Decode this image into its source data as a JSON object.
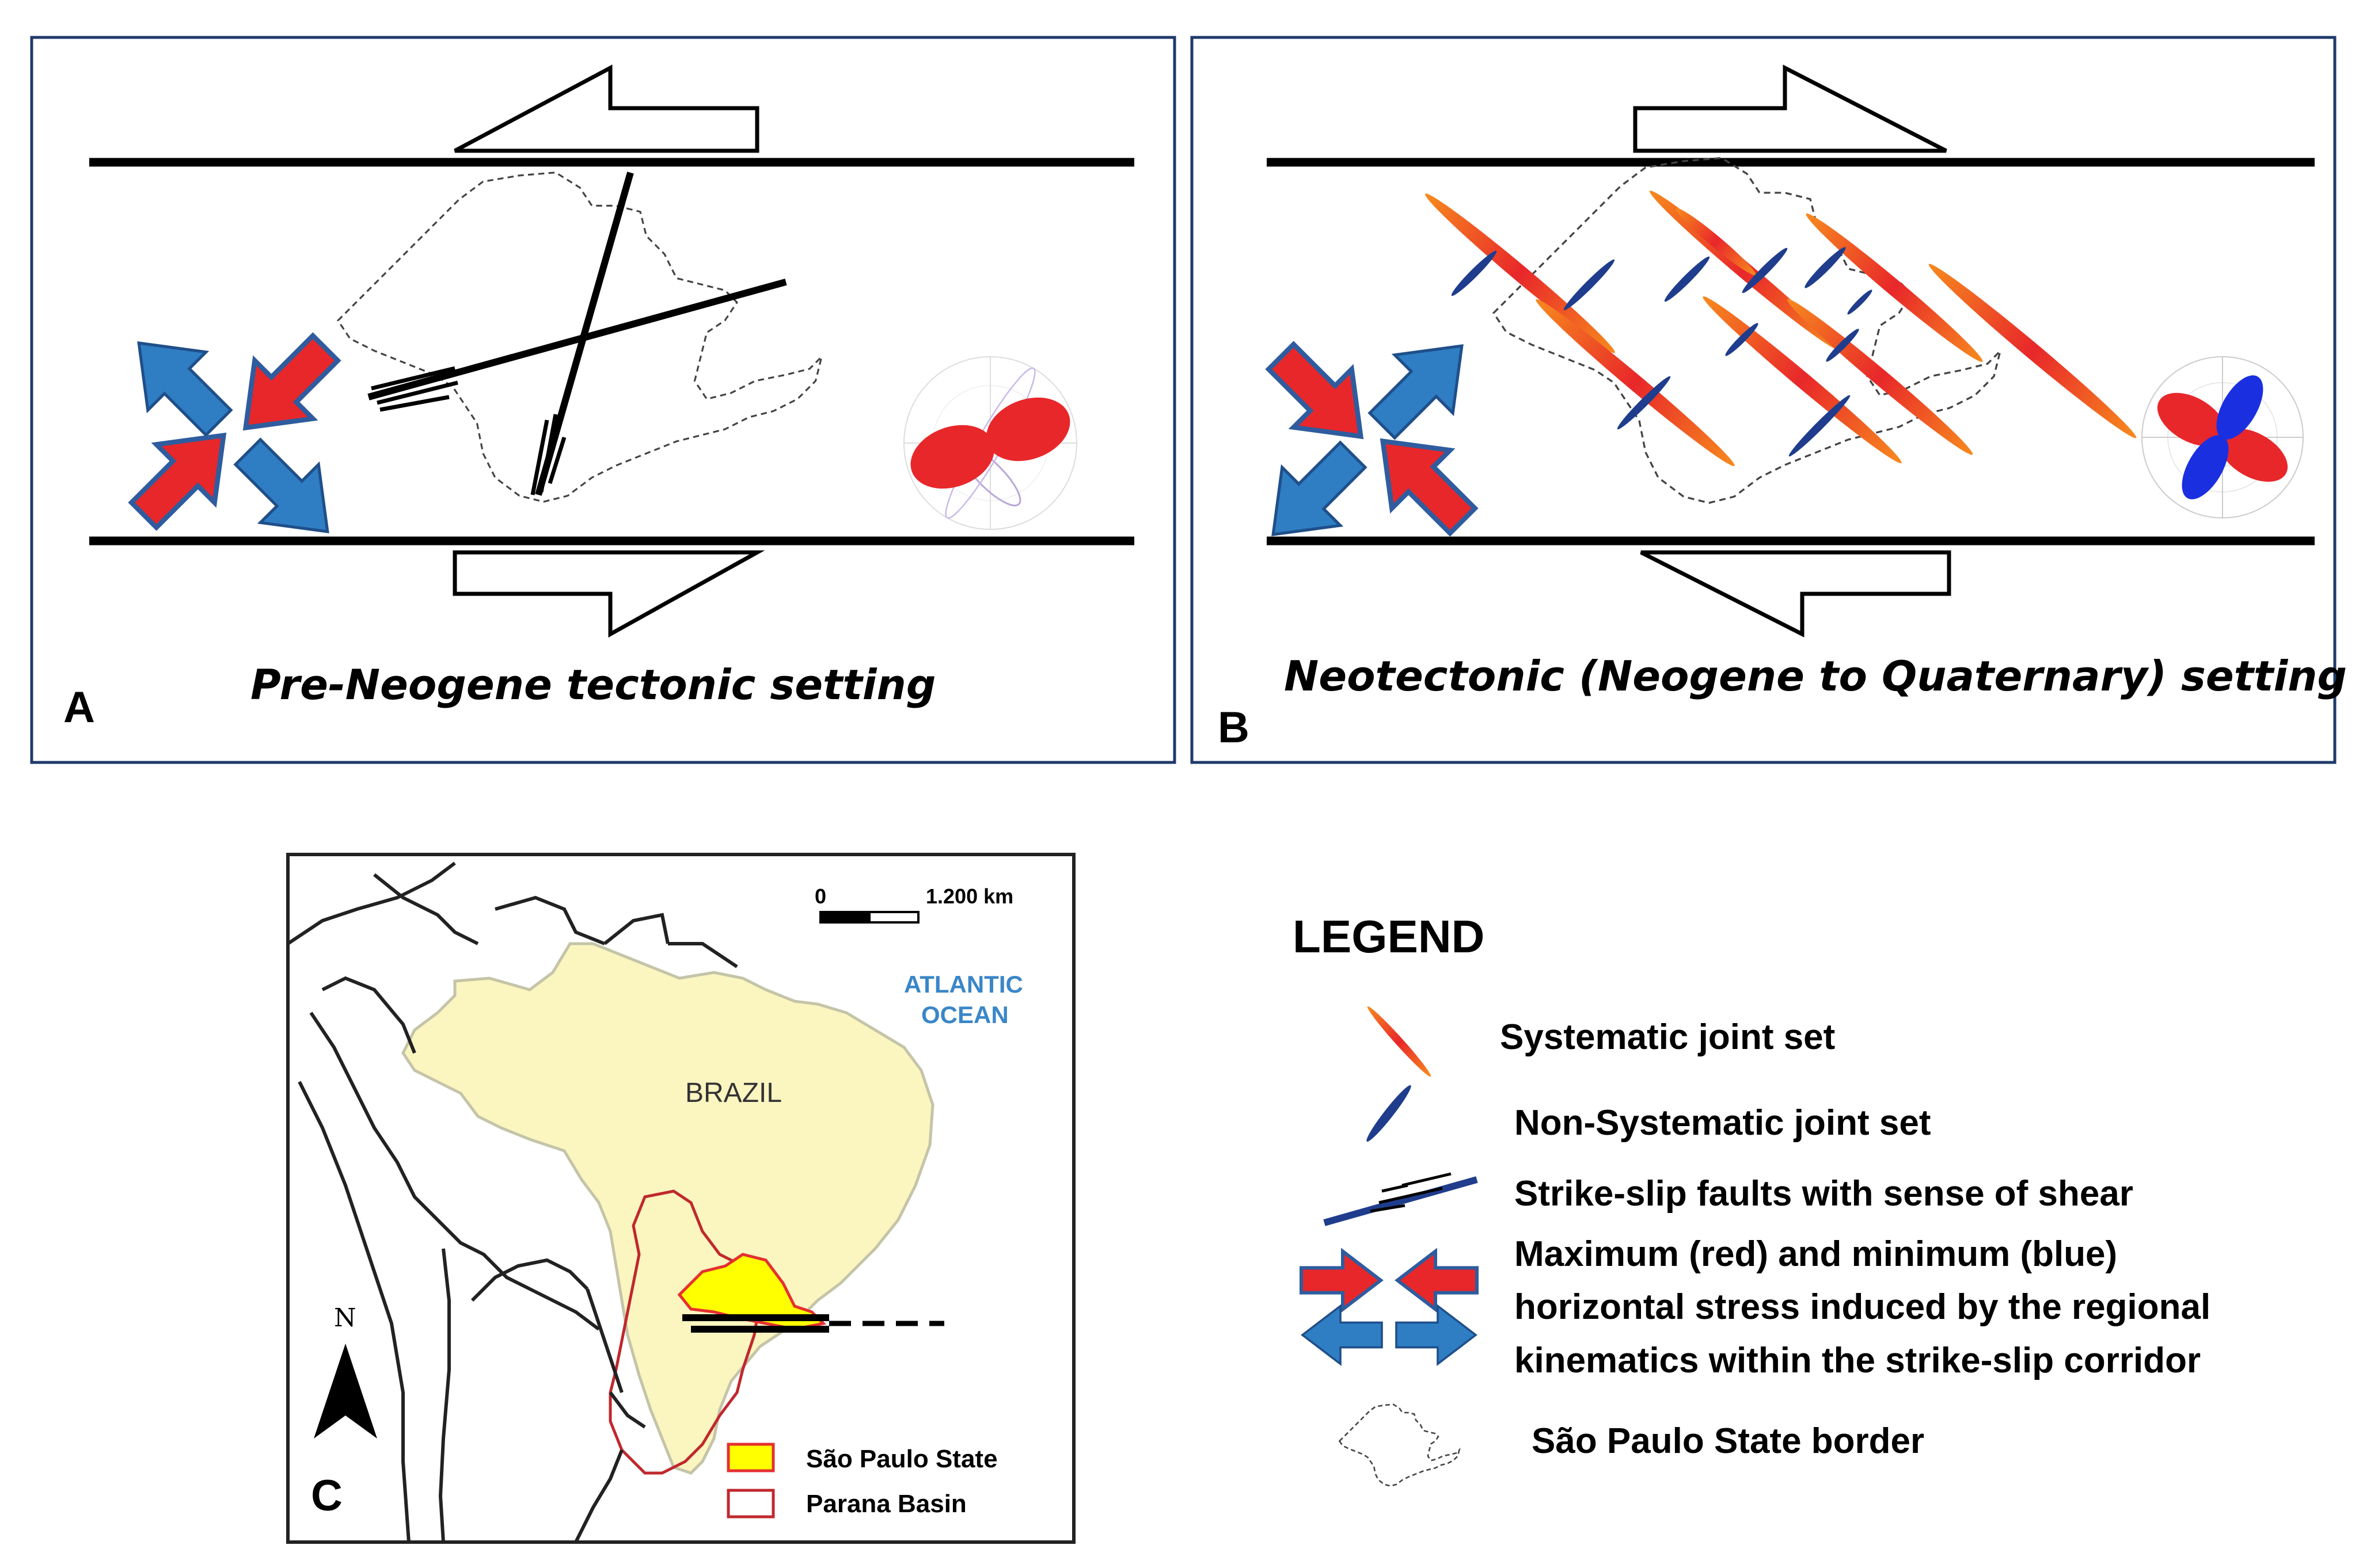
{
  "panels": {
    "a": {
      "letter": "A",
      "title": "Pre-Neogene tectonic setting"
    },
    "b": {
      "letter": "B",
      "title": "Neotectonic (Neogene to Quaternary) setting"
    },
    "c": {
      "letter": "C"
    }
  },
  "map": {
    "country_label": "BRAZIL",
    "ocean_line1": "ATLANTIC",
    "ocean_line2": "OCEAN",
    "scale_start": "0",
    "scale_end": "1.200 km",
    "north_label": "N",
    "legend_sp": "São Paulo State",
    "legend_parana": "Parana Basin"
  },
  "legend": {
    "title": "LEGEND",
    "systematic": "Systematic joint set",
    "non_systematic": "Non-Systematic joint set",
    "strike_slip": "Strike-slip faults with sense of shear",
    "stress_line1": "Maximum (red) and minimum (blue)",
    "stress_line2": "horizontal stress induced by the regional",
    "stress_line3": "kinematics within the strike-slip corridor",
    "border": "São Paulo State border"
  },
  "colors": {
    "max_stress": "#e8272a",
    "min_stress": "#2f7ec3",
    "systematic_joint": "#f25a18",
    "non_systematic_joint": "#1f3d8c",
    "sao_paulo_fill": "#ffff00",
    "brazil_fill": "#fbf5c0",
    "parana_outline": "#c0282d",
    "panel_border": "#1f3a6b"
  }
}
